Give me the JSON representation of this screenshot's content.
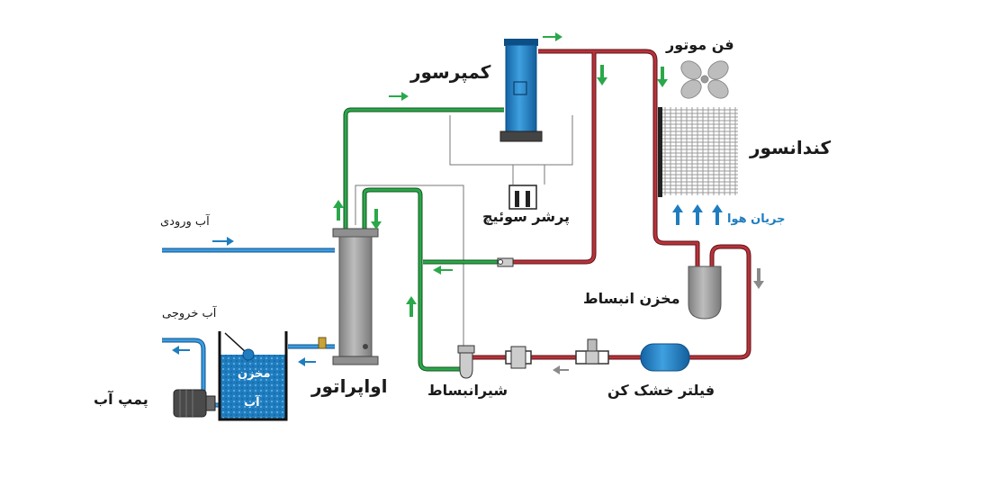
{
  "labels": {
    "compressor": "کمپرسور",
    "fan_motor": "فن موتور",
    "condenser": "کندانسور",
    "pressure_switch": "پرشر سوئیچ",
    "air_flow": "جریان هوا",
    "inlet_water": "آب ورودی",
    "outlet_water": "آب خروجی",
    "expansion_tank": "مخزن انبساط",
    "water_tank_line1": "مخزن",
    "water_tank_line2": "آب",
    "water_pump": "پمپ آب",
    "evaporator": "اواپراتور",
    "expansion_valve": "شیرانبساط",
    "filter_drier": "فیلتر خشک کن"
  },
  "colors": {
    "refrigerant_hot": "#a4262c",
    "refrigerant_cold": "#1f8a3a",
    "water": "#1f7dbf",
    "arrow_neutral": "#8a8a8a",
    "component_blue": "#1f7dbf",
    "component_grey": "#9a9a9a"
  },
  "icons": [
    "fan-icon",
    "arrow-icon"
  ]
}
